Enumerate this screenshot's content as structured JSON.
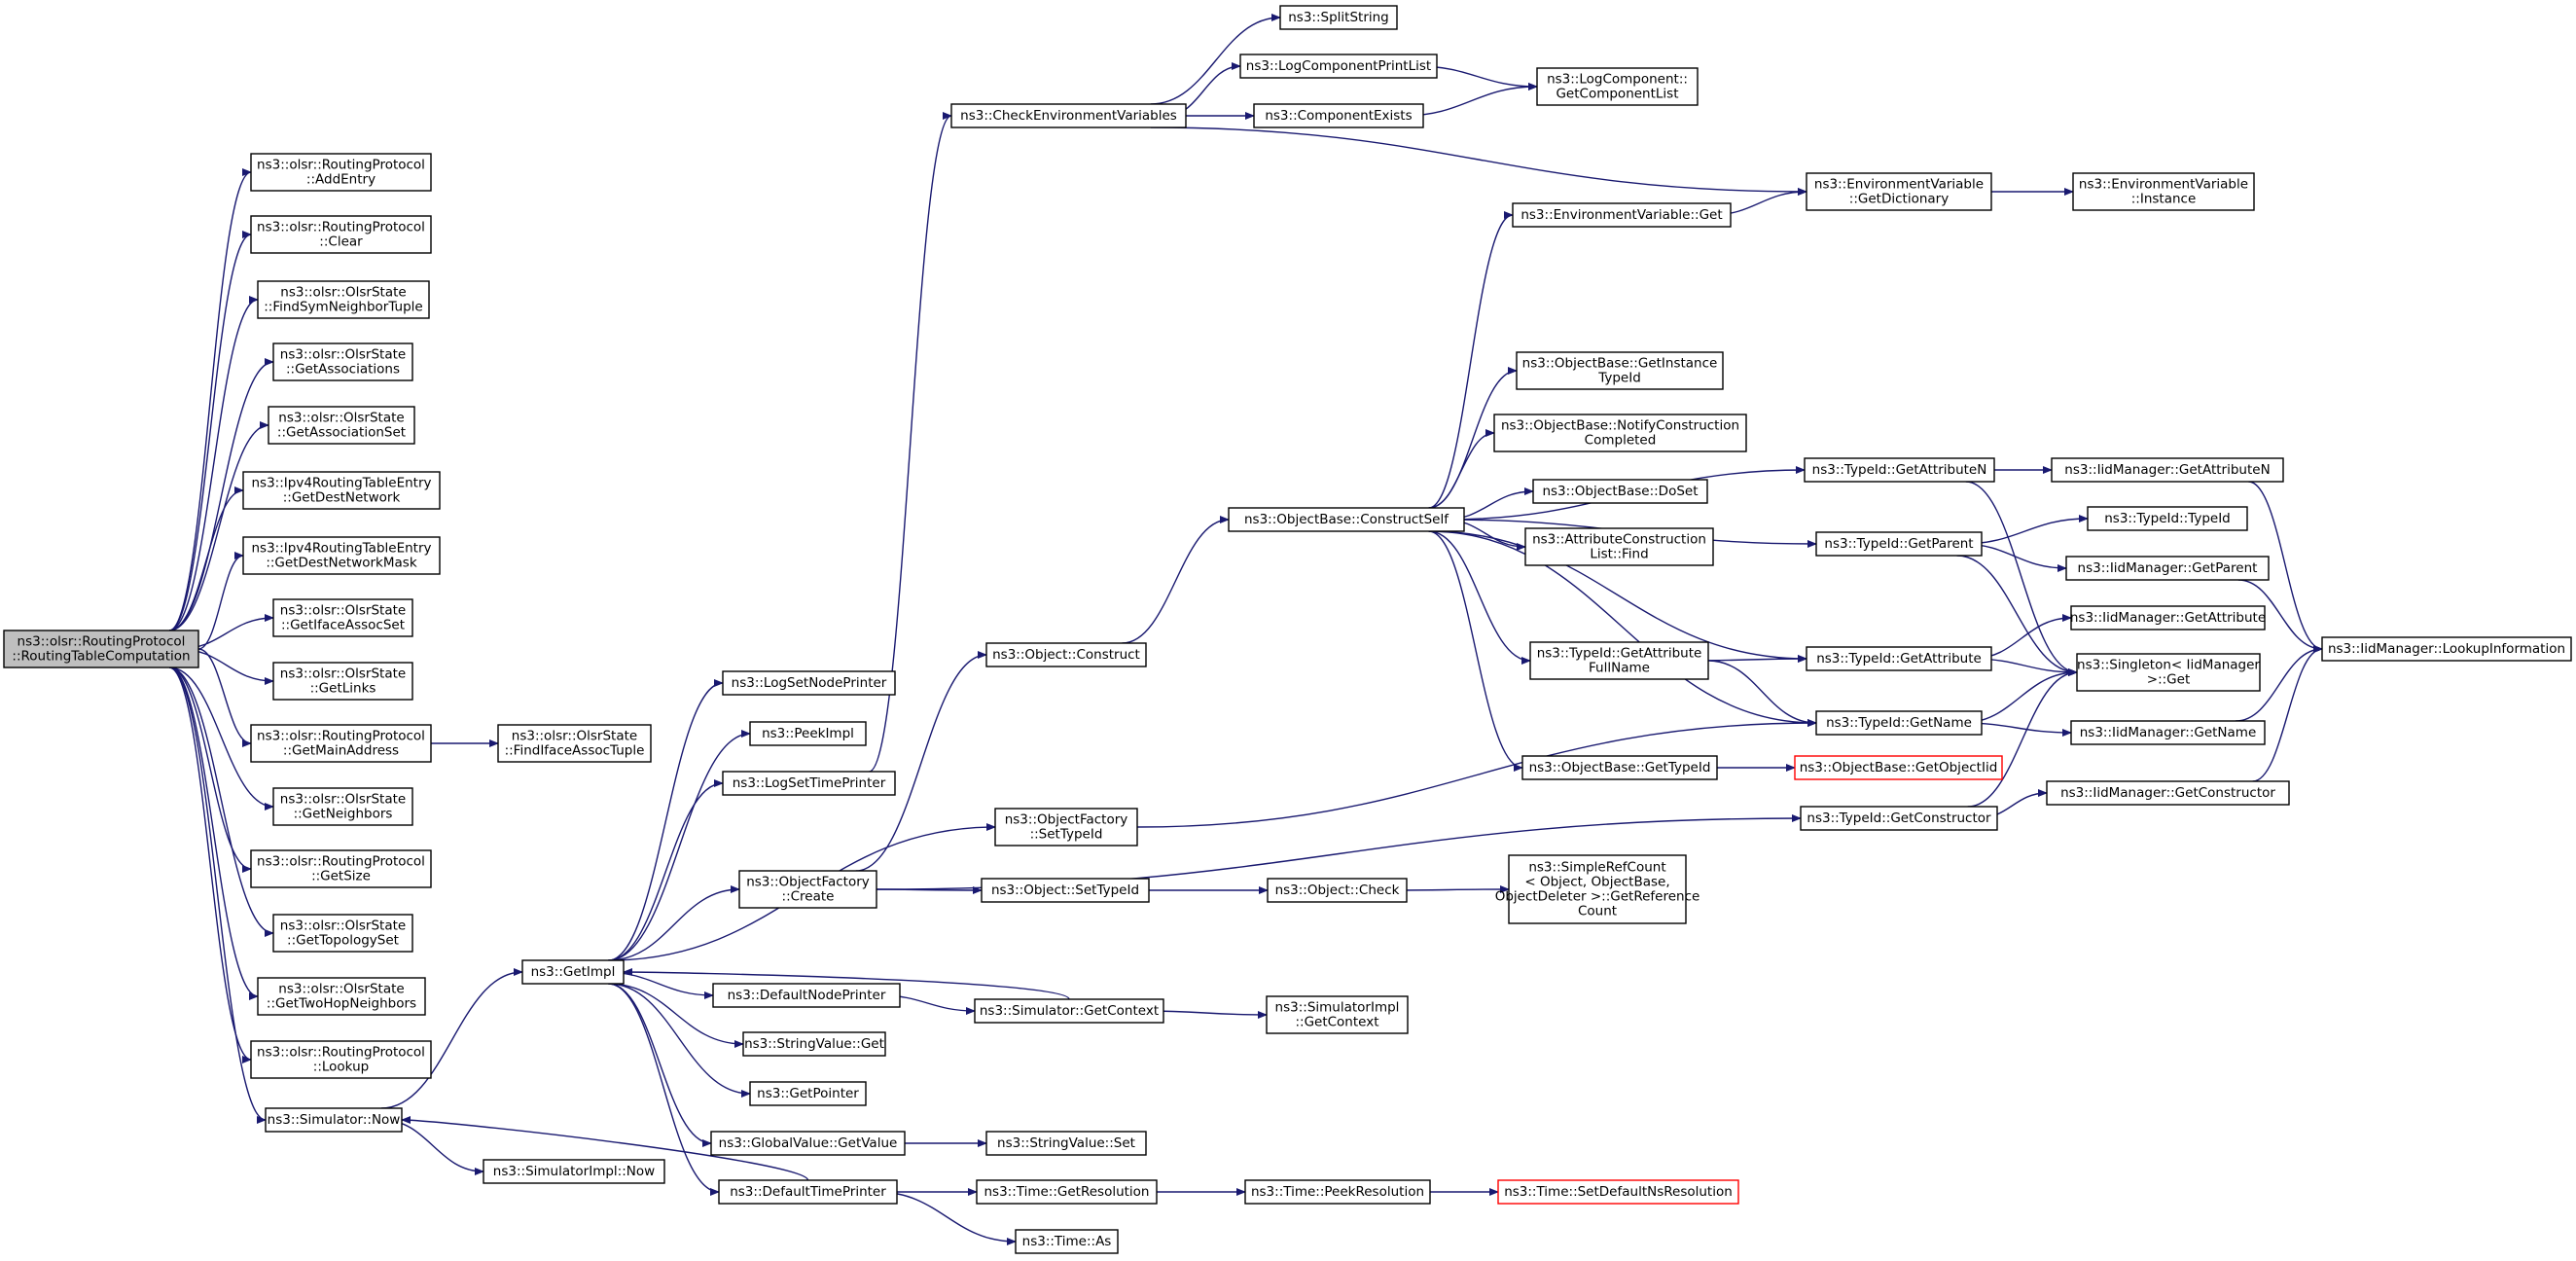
{
  "colors": {
    "edge": "#191970",
    "root_fill": "#bfbfbf",
    "node_fill": "#ffffff",
    "truncated_border": "#ff0000"
  },
  "nodes": [
    {
      "id": "root",
      "lines": [
        "ns3::olsr::RoutingProtocol",
        "::RoutingTableComputation"
      ],
      "root": true
    },
    {
      "id": "addEntry",
      "lines": [
        "ns3::olsr::RoutingProtocol",
        "::AddEntry"
      ]
    },
    {
      "id": "clear",
      "lines": [
        "ns3::olsr::RoutingProtocol",
        "::Clear"
      ]
    },
    {
      "id": "findSym",
      "lines": [
        "ns3::olsr::OlsrState",
        "::FindSymNeighborTuple"
      ]
    },
    {
      "id": "getAssoc",
      "lines": [
        "ns3::olsr::OlsrState",
        "::GetAssociations"
      ]
    },
    {
      "id": "getAssocSet",
      "lines": [
        "ns3::olsr::OlsrState",
        "::GetAssociationSet"
      ]
    },
    {
      "id": "destNet",
      "lines": [
        "ns3::Ipv4RoutingTableEntry",
        "::GetDestNetwork"
      ]
    },
    {
      "id": "destNetMask",
      "lines": [
        "ns3::Ipv4RoutingTableEntry",
        "::GetDestNetworkMask"
      ]
    },
    {
      "id": "ifaceAssoc",
      "lines": [
        "ns3::olsr::OlsrState",
        "::GetIfaceAssocSet"
      ]
    },
    {
      "id": "links",
      "lines": [
        "ns3::olsr::OlsrState",
        "::GetLinks"
      ]
    },
    {
      "id": "mainAddr",
      "lines": [
        "ns3::olsr::RoutingProtocol",
        "::GetMainAddress"
      ]
    },
    {
      "id": "findIface",
      "lines": [
        "ns3::olsr::OlsrState",
        "::FindIfaceAssocTuple"
      ]
    },
    {
      "id": "neighbors",
      "lines": [
        "ns3::olsr::OlsrState",
        "::GetNeighbors"
      ]
    },
    {
      "id": "getSize",
      "lines": [
        "ns3::olsr::RoutingProtocol",
        "::GetSize"
      ]
    },
    {
      "id": "topo",
      "lines": [
        "ns3::olsr::OlsrState",
        "::GetTopologySet"
      ]
    },
    {
      "id": "twoHop",
      "lines": [
        "ns3::olsr::OlsrState",
        "::GetTwoHopNeighbors"
      ]
    },
    {
      "id": "lookup",
      "lines": [
        "ns3::olsr::RoutingProtocol",
        "::Lookup"
      ]
    },
    {
      "id": "simNow",
      "lines": [
        "ns3::Simulator::Now"
      ]
    },
    {
      "id": "simImplNow",
      "lines": [
        "ns3::SimulatorImpl::Now"
      ]
    },
    {
      "id": "getImpl",
      "lines": [
        "ns3::GetImpl"
      ]
    },
    {
      "id": "logSetNode",
      "lines": [
        "ns3::LogSetNodePrinter"
      ]
    },
    {
      "id": "peekImpl",
      "lines": [
        "ns3::PeekImpl"
      ]
    },
    {
      "id": "logSetTime",
      "lines": [
        "ns3::LogSetTimePrinter"
      ]
    },
    {
      "id": "ofCreate",
      "lines": [
        "ns3::ObjectFactory",
        "::Create"
      ]
    },
    {
      "id": "defNode",
      "lines": [
        "ns3::DefaultNodePrinter"
      ]
    },
    {
      "id": "svGet",
      "lines": [
        "ns3::StringValue::Get"
      ]
    },
    {
      "id": "getPointer",
      "lines": [
        "ns3::GetPointer"
      ]
    },
    {
      "id": "gvGetValue",
      "lines": [
        "ns3::GlobalValue::GetValue"
      ]
    },
    {
      "id": "defTime",
      "lines": [
        "ns3::DefaultTimePrinter"
      ]
    },
    {
      "id": "checkEnv",
      "lines": [
        "ns3::CheckEnvironmentVariables"
      ]
    },
    {
      "id": "split",
      "lines": [
        "ns3::SplitString"
      ]
    },
    {
      "id": "logCompPrint",
      "lines": [
        "ns3::LogComponentPrintList"
      ]
    },
    {
      "id": "compExists",
      "lines": [
        "ns3::ComponentExists"
      ]
    },
    {
      "id": "logCompGetList",
      "lines": [
        "ns3::LogComponent::",
        "GetComponentList"
      ]
    },
    {
      "id": "envGetDict",
      "lines": [
        "ns3::EnvironmentVariable",
        "::GetDictionary"
      ]
    },
    {
      "id": "envInstance",
      "lines": [
        "ns3::EnvironmentVariable",
        "::Instance"
      ]
    },
    {
      "id": "envGet",
      "lines": [
        "ns3::EnvironmentVariable::Get"
      ]
    },
    {
      "id": "objConstruct",
      "lines": [
        "ns3::Object::Construct"
      ]
    },
    {
      "id": "ofSetTypeId",
      "lines": [
        "ns3::ObjectFactory",
        "::SetTypeId"
      ]
    },
    {
      "id": "objSetTypeId",
      "lines": [
        "ns3::Object::SetTypeId"
      ]
    },
    {
      "id": "objCheck",
      "lines": [
        "ns3::Object::Check"
      ]
    },
    {
      "id": "simpleRef",
      "lines": [
        "ns3::SimpleRefCount",
        "< Object, ObjectBase,",
        "ObjectDeleter >::GetReference",
        "Count"
      ]
    },
    {
      "id": "simGetCtx",
      "lines": [
        "ns3::Simulator::GetContext"
      ]
    },
    {
      "id": "simImplGetCtx",
      "lines": [
        "ns3::SimulatorImpl",
        "::GetContext"
      ]
    },
    {
      "id": "svSet",
      "lines": [
        "ns3::StringValue::Set"
      ]
    },
    {
      "id": "timeGetRes",
      "lines": [
        "ns3::Time::GetResolution"
      ]
    },
    {
      "id": "timeAs",
      "lines": [
        "ns3::Time::As"
      ]
    },
    {
      "id": "timePeekRes",
      "lines": [
        "ns3::Time::PeekResolution"
      ]
    },
    {
      "id": "timeSetDef",
      "lines": [
        "ns3::Time::SetDefaultNsResolution"
      ],
      "truncated": true
    },
    {
      "id": "constructSelf",
      "lines": [
        "ns3::ObjectBase::ConstructSelf"
      ]
    },
    {
      "id": "getInstTid",
      "lines": [
        "ns3::ObjectBase::GetInstance",
        "TypeId"
      ]
    },
    {
      "id": "notifyConst",
      "lines": [
        "ns3::ObjectBase::NotifyConstruction",
        "Completed"
      ]
    },
    {
      "id": "doSet",
      "lines": [
        "ns3::ObjectBase::DoSet"
      ]
    },
    {
      "id": "attrFind",
      "lines": [
        "ns3::AttributeConstruction",
        "List::Find"
      ]
    },
    {
      "id": "tidGetAttrFull",
      "lines": [
        "ns3::TypeId::GetAttribute",
        "FullName"
      ]
    },
    {
      "id": "obGetTypeId",
      "lines": [
        "ns3::ObjectBase::GetTypeId"
      ]
    },
    {
      "id": "obGetObjectIid",
      "lines": [
        "ns3::ObjectBase::GetObjectIid"
      ],
      "truncated": true
    },
    {
      "id": "tidGetAttrN",
      "lines": [
        "ns3::TypeId::GetAttributeN"
      ]
    },
    {
      "id": "tidGetParent",
      "lines": [
        "ns3::TypeId::GetParent"
      ]
    },
    {
      "id": "tidGetAttr",
      "lines": [
        "ns3::TypeId::GetAttribute"
      ]
    },
    {
      "id": "tidGetName",
      "lines": [
        "ns3::TypeId::GetName"
      ]
    },
    {
      "id": "tidGetCtor",
      "lines": [
        "ns3::TypeId::GetConstructor"
      ]
    },
    {
      "id": "iidGetAttrN",
      "lines": [
        "ns3::IidManager::GetAttributeN"
      ]
    },
    {
      "id": "tidTypeId",
      "lines": [
        "ns3::TypeId::TypeId"
      ]
    },
    {
      "id": "iidGetParent",
      "lines": [
        "ns3::IidManager::GetParent"
      ]
    },
    {
      "id": "iidGetAttr",
      "lines": [
        "ns3::IidManager::GetAttribute"
      ]
    },
    {
      "id": "singletonGet",
      "lines": [
        "ns3::Singleton< IidManager",
        ">::Get"
      ]
    },
    {
      "id": "iidGetName",
      "lines": [
        "ns3::IidManager::GetName"
      ]
    },
    {
      "id": "iidGetCtor",
      "lines": [
        "ns3::IidManager::GetConstructor"
      ]
    },
    {
      "id": "iidLookup",
      "lines": [
        "ns3::IidManager::LookupInformation"
      ]
    }
  ],
  "edges": [
    [
      "root",
      "addEntry"
    ],
    [
      "root",
      "clear"
    ],
    [
      "root",
      "findSym"
    ],
    [
      "root",
      "getAssoc"
    ],
    [
      "root",
      "getAssocSet"
    ],
    [
      "root",
      "destNet"
    ],
    [
      "root",
      "destNetMask"
    ],
    [
      "root",
      "ifaceAssoc"
    ],
    [
      "root",
      "links"
    ],
    [
      "root",
      "mainAddr"
    ],
    [
      "root",
      "neighbors"
    ],
    [
      "root",
      "getSize"
    ],
    [
      "root",
      "topo"
    ],
    [
      "root",
      "twoHop"
    ],
    [
      "root",
      "lookup"
    ],
    [
      "root",
      "simNow"
    ],
    [
      "mainAddr",
      "findIface"
    ],
    [
      "simNow",
      "getImpl"
    ],
    [
      "simNow",
      "simImplNow"
    ],
    [
      "getImpl",
      "logSetNode"
    ],
    [
      "getImpl",
      "peekImpl"
    ],
    [
      "getImpl",
      "logSetTime"
    ],
    [
      "getImpl",
      "ofSetTypeId"
    ],
    [
      "getImpl",
      "ofCreate"
    ],
    [
      "getImpl",
      "defNode"
    ],
    [
      "getImpl",
      "svGet"
    ],
    [
      "getImpl",
      "getPointer"
    ],
    [
      "getImpl",
      "gvGetValue"
    ],
    [
      "getImpl",
      "defTime"
    ],
    [
      "logSetTime",
      "checkEnv"
    ],
    [
      "checkEnv",
      "split"
    ],
    [
      "checkEnv",
      "logCompPrint"
    ],
    [
      "checkEnv",
      "compExists"
    ],
    [
      "checkEnv",
      "envGetDict"
    ],
    [
      "logCompPrint",
      "logCompGetList"
    ],
    [
      "compExists",
      "logCompGetList"
    ],
    [
      "envGetDict",
      "envInstance"
    ],
    [
      "envGet",
      "envGetDict"
    ],
    [
      "ofCreate",
      "objConstruct"
    ],
    [
      "ofCreate",
      "objSetTypeId"
    ],
    [
      "ofCreate",
      "tidGetCtor"
    ],
    [
      "objConstruct",
      "constructSelf"
    ],
    [
      "objSetTypeId",
      "objCheck"
    ],
    [
      "objCheck",
      "simpleRef"
    ],
    [
      "ofSetTypeId",
      "tidGetName"
    ],
    [
      "defNode",
      "simGetCtx"
    ],
    [
      "simGetCtx",
      "getImpl"
    ],
    [
      "simGetCtx",
      "simImplGetCtx"
    ],
    [
      "gvGetValue",
      "svSet"
    ],
    [
      "defTime",
      "simNow"
    ],
    [
      "defTime",
      "timeGetRes"
    ],
    [
      "defTime",
      "timeAs"
    ],
    [
      "timeGetRes",
      "timePeekRes"
    ],
    [
      "timePeekRes",
      "timeSetDef"
    ],
    [
      "constructSelf",
      "envGet"
    ],
    [
      "constructSelf",
      "tidGetAttrN"
    ],
    [
      "constructSelf",
      "tidGetParent"
    ],
    [
      "constructSelf",
      "getInstTid"
    ],
    [
      "constructSelf",
      "notifyConst"
    ],
    [
      "constructSelf",
      "doSet"
    ],
    [
      "constructSelf",
      "attrFind"
    ],
    [
      "constructSelf",
      "tidGetAttr"
    ],
    [
      "constructSelf",
      "tidGetAttrFull"
    ],
    [
      "constructSelf",
      "tidGetName"
    ],
    [
      "constructSelf",
      "obGetTypeId"
    ],
    [
      "tidGetAttrFull",
      "tidGetAttr"
    ],
    [
      "tidGetAttrFull",
      "tidGetName"
    ],
    [
      "obGetTypeId",
      "obGetObjectIid"
    ],
    [
      "tidGetAttrN",
      "iidGetAttrN"
    ],
    [
      "tidGetAttrN",
      "singletonGet"
    ],
    [
      "tidGetParent",
      "tidTypeId"
    ],
    [
      "tidGetParent",
      "iidGetParent"
    ],
    [
      "tidGetParent",
      "singletonGet"
    ],
    [
      "tidGetAttr",
      "iidGetAttr"
    ],
    [
      "tidGetAttr",
      "singletonGet"
    ],
    [
      "tidGetName",
      "singletonGet"
    ],
    [
      "tidGetName",
      "iidGetName"
    ],
    [
      "tidGetCtor",
      "singletonGet"
    ],
    [
      "tidGetCtor",
      "iidGetCtor"
    ],
    [
      "iidGetAttrN",
      "iidLookup"
    ],
    [
      "iidGetParent",
      "iidLookup"
    ],
    [
      "iidGetName",
      "iidLookup"
    ],
    [
      "iidGetCtor",
      "iidLookup"
    ]
  ]
}
